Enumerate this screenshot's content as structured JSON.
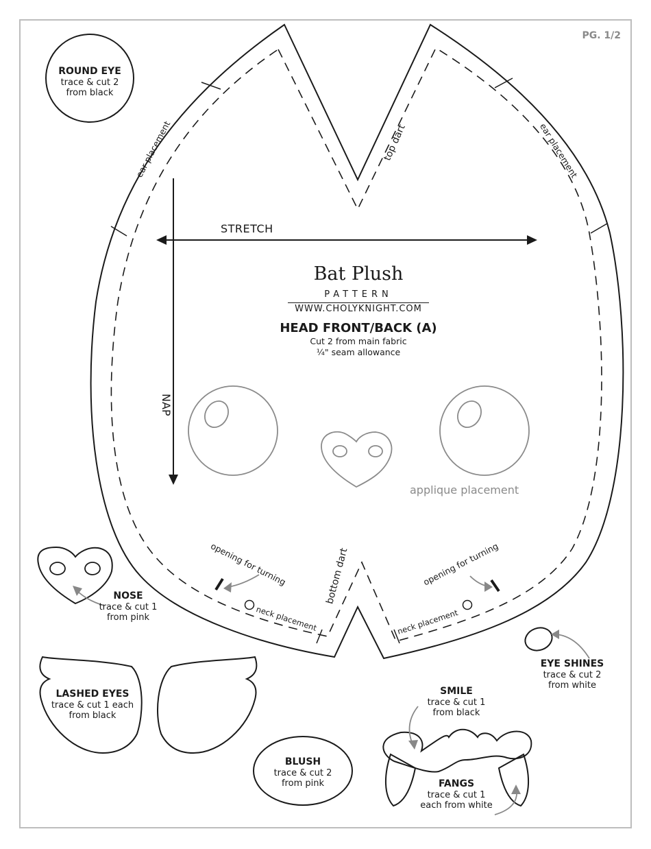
{
  "page": {
    "number": "PG. 1/2"
  },
  "brand": {
    "title": "Bat Plush",
    "subtitle": "PATTERN",
    "url": "WWW.CHOLYKNIGHT.COM"
  },
  "head_piece": {
    "title": "HEAD FRONT/BACK (A)",
    "cut": "Cut 2 from main fabric",
    "seam": "¼\" seam allowance",
    "stretch_label": "STRETCH",
    "nap_label": "NAP",
    "ear_placement_left": "ear placement",
    "ear_placement_right": "ear placement",
    "top_dart": "top dart",
    "bottom_dart": "bottom dart",
    "opening_left": "opening for turning",
    "opening_right": "opening for turning",
    "neck_left": "neck placement",
    "neck_right": "neck placement",
    "applique": "applique placement"
  },
  "pieces": {
    "round_eye": {
      "title": "ROUND EYE",
      "line1": "trace & cut 2",
      "line2": "from black"
    },
    "nose": {
      "title": "NOSE",
      "line1": "trace & cut 1",
      "line2": "from pink"
    },
    "lashed_eyes": {
      "title": "LASHED EYES",
      "line1": "trace & cut 1 each",
      "line2": "from black"
    },
    "blush": {
      "title": "BLUSH",
      "line1": "trace & cut 2",
      "line2": "from pink"
    },
    "eye_shines": {
      "title": "EYE SHINES",
      "line1": "trace & cut 2",
      "line2": "from white"
    },
    "smile": {
      "title": "SMILE",
      "line1": "trace & cut 1",
      "line2": "from black"
    },
    "fangs": {
      "title": "FANGS",
      "line1": "trace & cut 1",
      "line2": "each from white"
    }
  },
  "colors": {
    "line": "#1a1a1a",
    "placement": "#8a8a8a",
    "frame": "#bdbdbd"
  }
}
